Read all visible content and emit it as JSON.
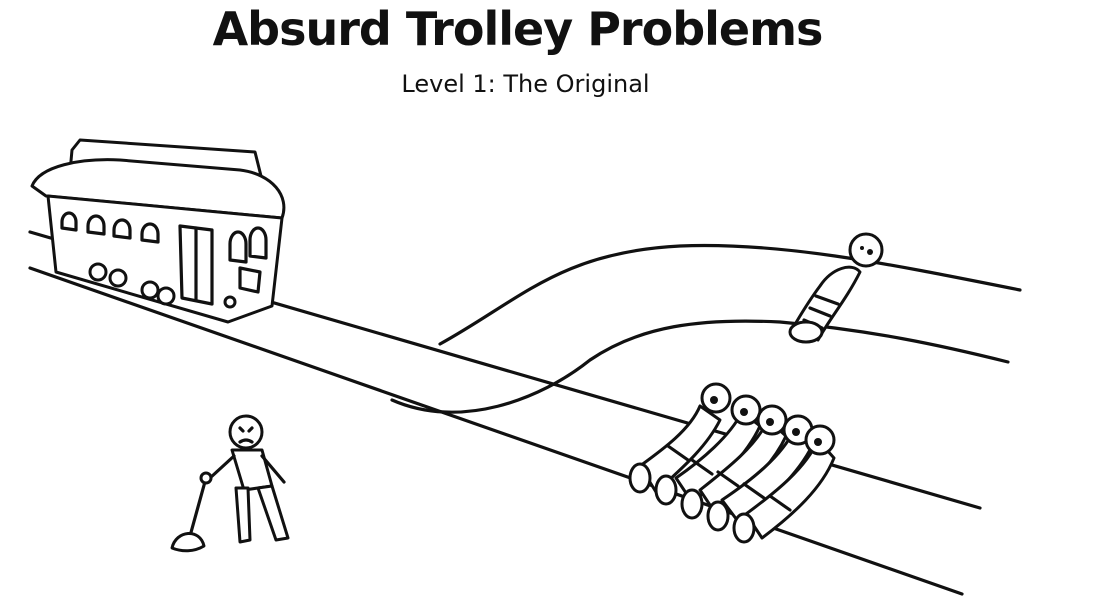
{
  "game": {
    "title": "Absurd Trolley Problems",
    "level": "Level 1: The Original"
  },
  "scene": {
    "main_track_victims": 5,
    "side_track_victims": 1
  }
}
